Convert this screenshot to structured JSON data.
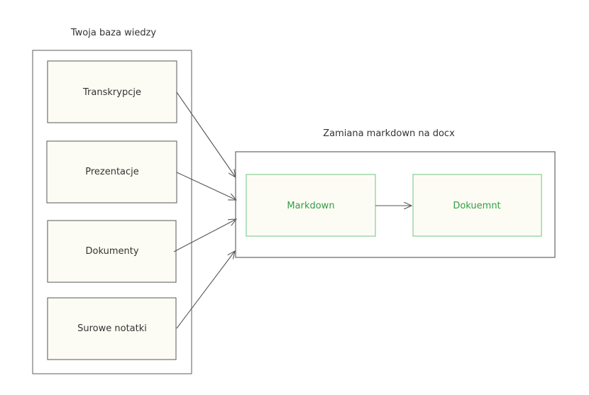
{
  "colors": {
    "stroke": "#1e1e1e",
    "fill": "#fdfcf4",
    "green": "#2f9e44",
    "green_border": "#8fd19e"
  },
  "knowledge_base": {
    "title": "Twoja baza wiedzy",
    "items": [
      {
        "label": "Transkrypcje"
      },
      {
        "label": "Prezentacje"
      },
      {
        "label": "Dokumenty"
      },
      {
        "label": "Surowe notatki"
      }
    ]
  },
  "conversion": {
    "title": "Zamiana markdown na docx",
    "source": {
      "label": "Markdown"
    },
    "target": {
      "label": "Dokuemnt"
    }
  }
}
